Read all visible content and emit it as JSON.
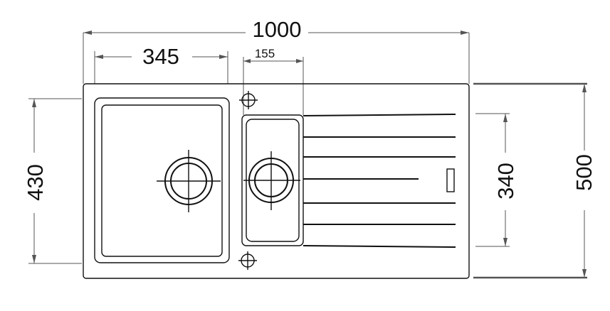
{
  "dimensions": {
    "overall_width": "1000",
    "bowl_width": "345",
    "small_bowl_width": "155",
    "overall_depth": "430",
    "drainer_depth": "340",
    "cabinet_depth": "500"
  }
}
